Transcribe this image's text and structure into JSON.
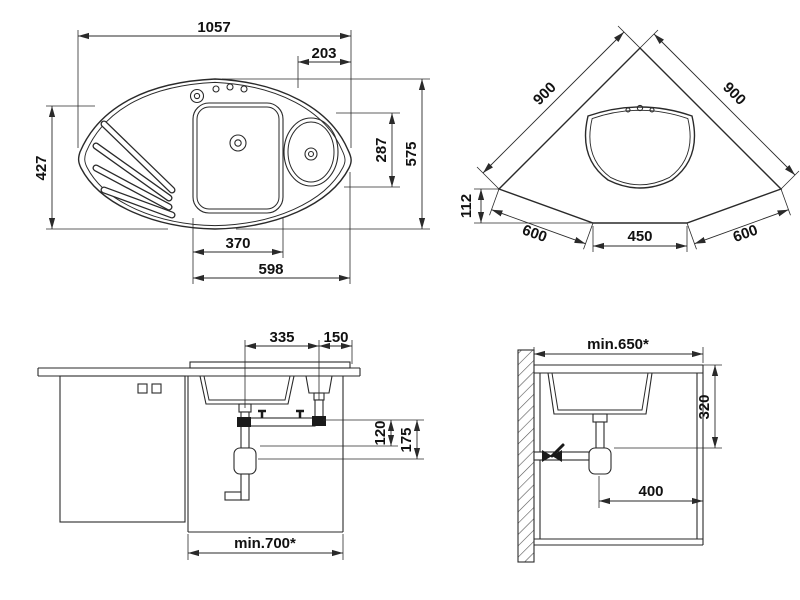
{
  "colors": {
    "line": "#2a2a2a",
    "background": "#ffffff"
  },
  "plan_view": {
    "total_width": "1057",
    "tap_ledge_width": "203",
    "left_depth": "427",
    "bowl_depth": "287",
    "total_depth": "575",
    "main_bowl_width": "370",
    "bowl_span": "598"
  },
  "corner_plan": {
    "wall_left": "900",
    "wall_right": "900",
    "worktop_left": "600",
    "worktop_right": "600",
    "corner_inset": "112",
    "front_width": "450"
  },
  "front_section": {
    "drain_spacing": "335",
    "drain_to_edge": "150",
    "outlet_height_a": "120",
    "outlet_height_b": "175",
    "min_cabinet_width": "min.700*"
  },
  "side_section": {
    "min_worktop_depth": "min.650*",
    "outlet_drop": "320",
    "wall_clearance": "400"
  }
}
